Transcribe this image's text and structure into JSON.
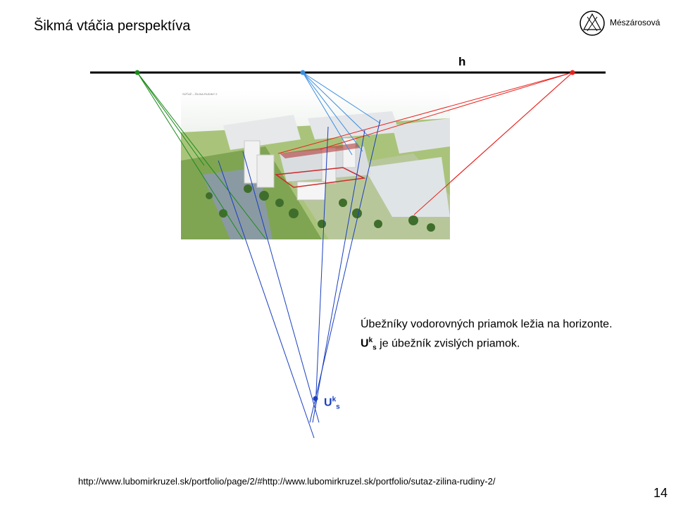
{
  "slide": {
    "title": "Šikmá  vtáčia perspektíva",
    "author": "Mészárosová",
    "page_number": "14"
  },
  "diagram": {
    "horizon_label": "h",
    "vanishing_vertical": {
      "main": "U",
      "sup": "k",
      "sub": "s"
    },
    "photo_caption": "SÚŤAŽ – ŽILINA RUDINY 2",
    "colors": {
      "left": "#1a8a1a",
      "middle": "#3b8fe0",
      "right": "#e8231f",
      "vertical": "#1a3fbf",
      "horizon": "#000000"
    }
  },
  "note": {
    "line1": "Úbežníky vodorovných priamok ležia na horizonte.",
    "line2_main": "U",
    "line2_sup": "k",
    "line2_sub": "s",
    "line2_rest": " je úbežník zvislých priamok."
  },
  "source": {
    "url": "http://www.lubomirkruzel.sk/portfolio/page/2/#http://www.lubomirkruzel.sk/portfolio/sutaz-zilina-rudiny-2/"
  }
}
